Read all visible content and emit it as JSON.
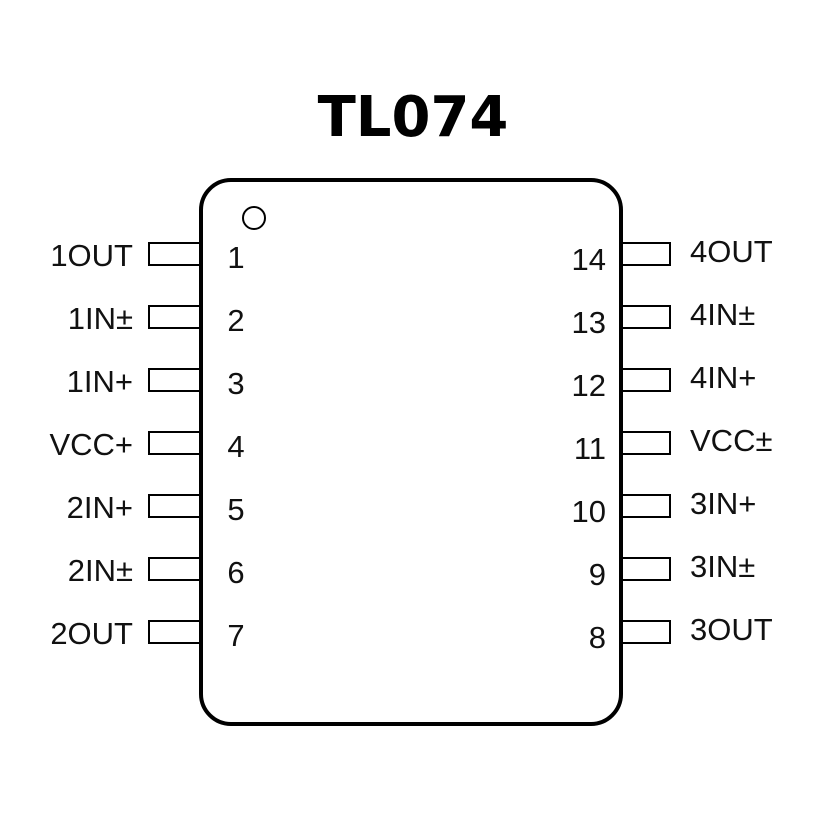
{
  "title": "TL074",
  "left_pins": [
    {
      "number": "1",
      "name": "1OUT"
    },
    {
      "number": "2",
      "name": "1IN±"
    },
    {
      "number": "3",
      "name": "1IN+"
    },
    {
      "number": "4",
      "name": "VCC+"
    },
    {
      "number": "5",
      "name": "2IN+"
    },
    {
      "number": "6",
      "name": "2IN±"
    },
    {
      "number": "7",
      "name": "2OUT"
    }
  ],
  "right_pins": [
    {
      "number": "14",
      "name": "4OUT"
    },
    {
      "number": "13",
      "name": "4IN±"
    },
    {
      "number": "12",
      "name": "4IN+"
    },
    {
      "number": "11",
      "name": "VCC±"
    },
    {
      "number": "10",
      "name": "3IN+"
    },
    {
      "number": "9",
      "name": "3IN±"
    },
    {
      "number": "8",
      "name": "3OUT"
    }
  ]
}
